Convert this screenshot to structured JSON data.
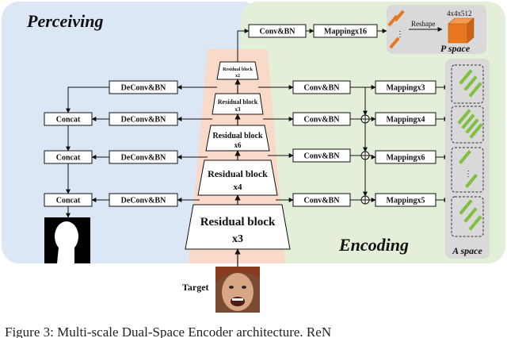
{
  "regions": {
    "perceiving_title": "Perceiving",
    "encoding_title": "Encoding"
  },
  "top_branch": {
    "conv": "Conv&BN",
    "mapping": "Mappingx16",
    "reshape": "Reshape",
    "tensor_size": "4x4x512",
    "space_label": "P space"
  },
  "residual_blocks": [
    {
      "line1": "Residual block",
      "line2": "x2"
    },
    {
      "line1": "Residual block",
      "line2": "x3"
    },
    {
      "line1": "Residual block",
      "line2": "x6"
    },
    {
      "line1": "Residual block",
      "line2": "x4"
    },
    {
      "line1": "Residual block",
      "line2": "x3"
    }
  ],
  "rows": [
    {
      "deconv": "DeConv&BN",
      "conv": "Conv&BN",
      "mapping": "Mappingx3"
    },
    {
      "concat": "Concat",
      "deconv": "DeConv&BN",
      "conv": "Conv&BN",
      "mapping": "Mappingx4"
    },
    {
      "concat": "Concat",
      "deconv": "DeConv&BN",
      "conv": "Conv&BN",
      "mapping": "Mappingx6"
    },
    {
      "concat": "Concat",
      "deconv": "DeConv&BN",
      "conv": "Conv&BN",
      "mapping": "Mappingx5"
    }
  ],
  "a_space_label": "A space",
  "input_label": "Target",
  "caption": "Figure 3: Multi-scale Dual-Space Encoder architecture. ReN",
  "colors": {
    "perceiving_bg": "#dbe7f4",
    "encoding_bg": "#e4efd9",
    "pyramid_bg": "#f9d9c8",
    "p_space_bg": "#d9d9d9",
    "cube": "#e87722",
    "bar": "#7fc03f"
  }
}
